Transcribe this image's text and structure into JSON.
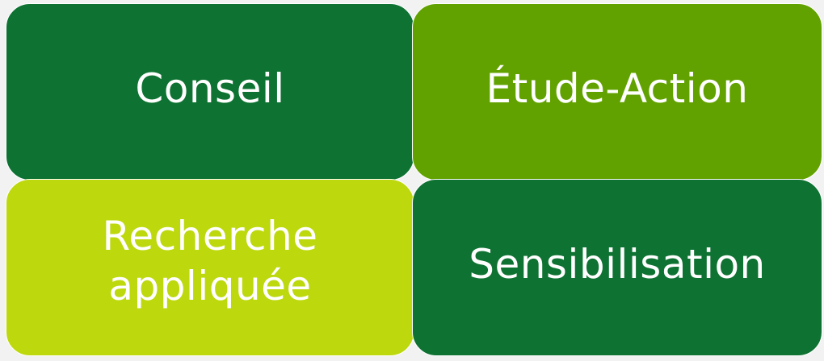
{
  "tiles": [
    {
      "label": "Conseil",
      "color": "#0e7232"
    },
    {
      "label": "Étude-Action",
      "color": "#62a200"
    },
    {
      "label_line1": "Recherche",
      "label_line2": "appliquée",
      "color": "#bdd80c"
    },
    {
      "label": "Sensibilisation",
      "color": "#0e7232"
    }
  ]
}
